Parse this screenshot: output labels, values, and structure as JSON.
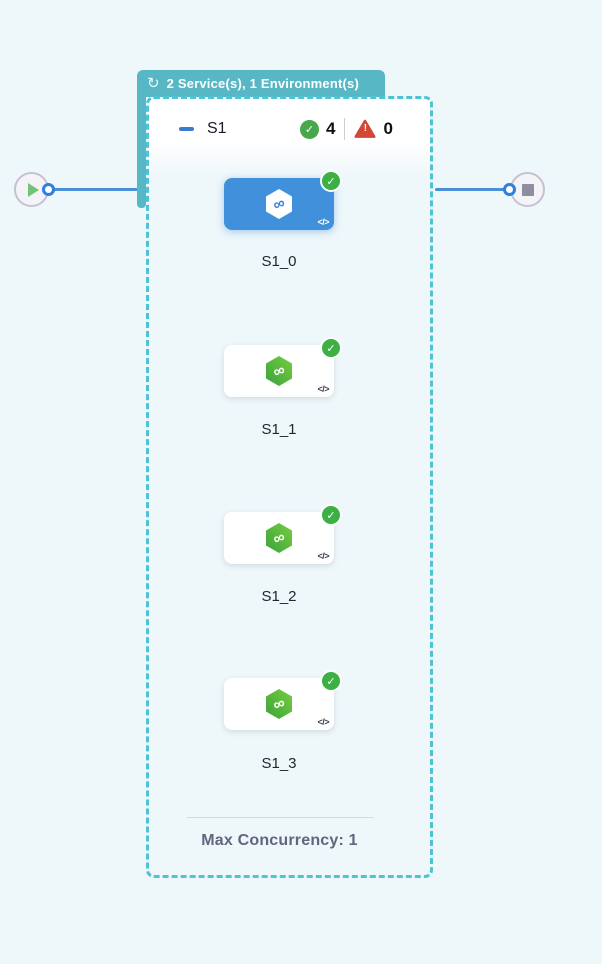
{
  "colors": {
    "background": "#eef7fa",
    "stage_teal": "#57b7c5",
    "dash_border_teal": "#4ec3d4",
    "edge_blue": "#4a90d9",
    "selected_node_blue": "#4190dc",
    "success_green": "#3cb043",
    "error_red": "#d14836",
    "hex_green_start": "#3aa33c",
    "hex_green_end": "#77cd3f"
  },
  "icons": {
    "loop": "↻",
    "check": "✓",
    "warning_bang": "!",
    "infinity": "∞",
    "code": "</>"
  },
  "stage_badge": {
    "label": "2 Service(s), 1 Environment(s)"
  },
  "stage": {
    "title": "S1",
    "success_count": "4",
    "failure_count": "0",
    "max_concurrency_label": "Max Concurrency: 1",
    "nodes": [
      {
        "label": "S1_0",
        "selected": true,
        "status": "success"
      },
      {
        "label": "S1_1",
        "selected": false,
        "status": "success"
      },
      {
        "label": "S1_2",
        "selected": false,
        "status": "success"
      },
      {
        "label": "S1_3",
        "selected": false,
        "status": "success"
      }
    ]
  }
}
